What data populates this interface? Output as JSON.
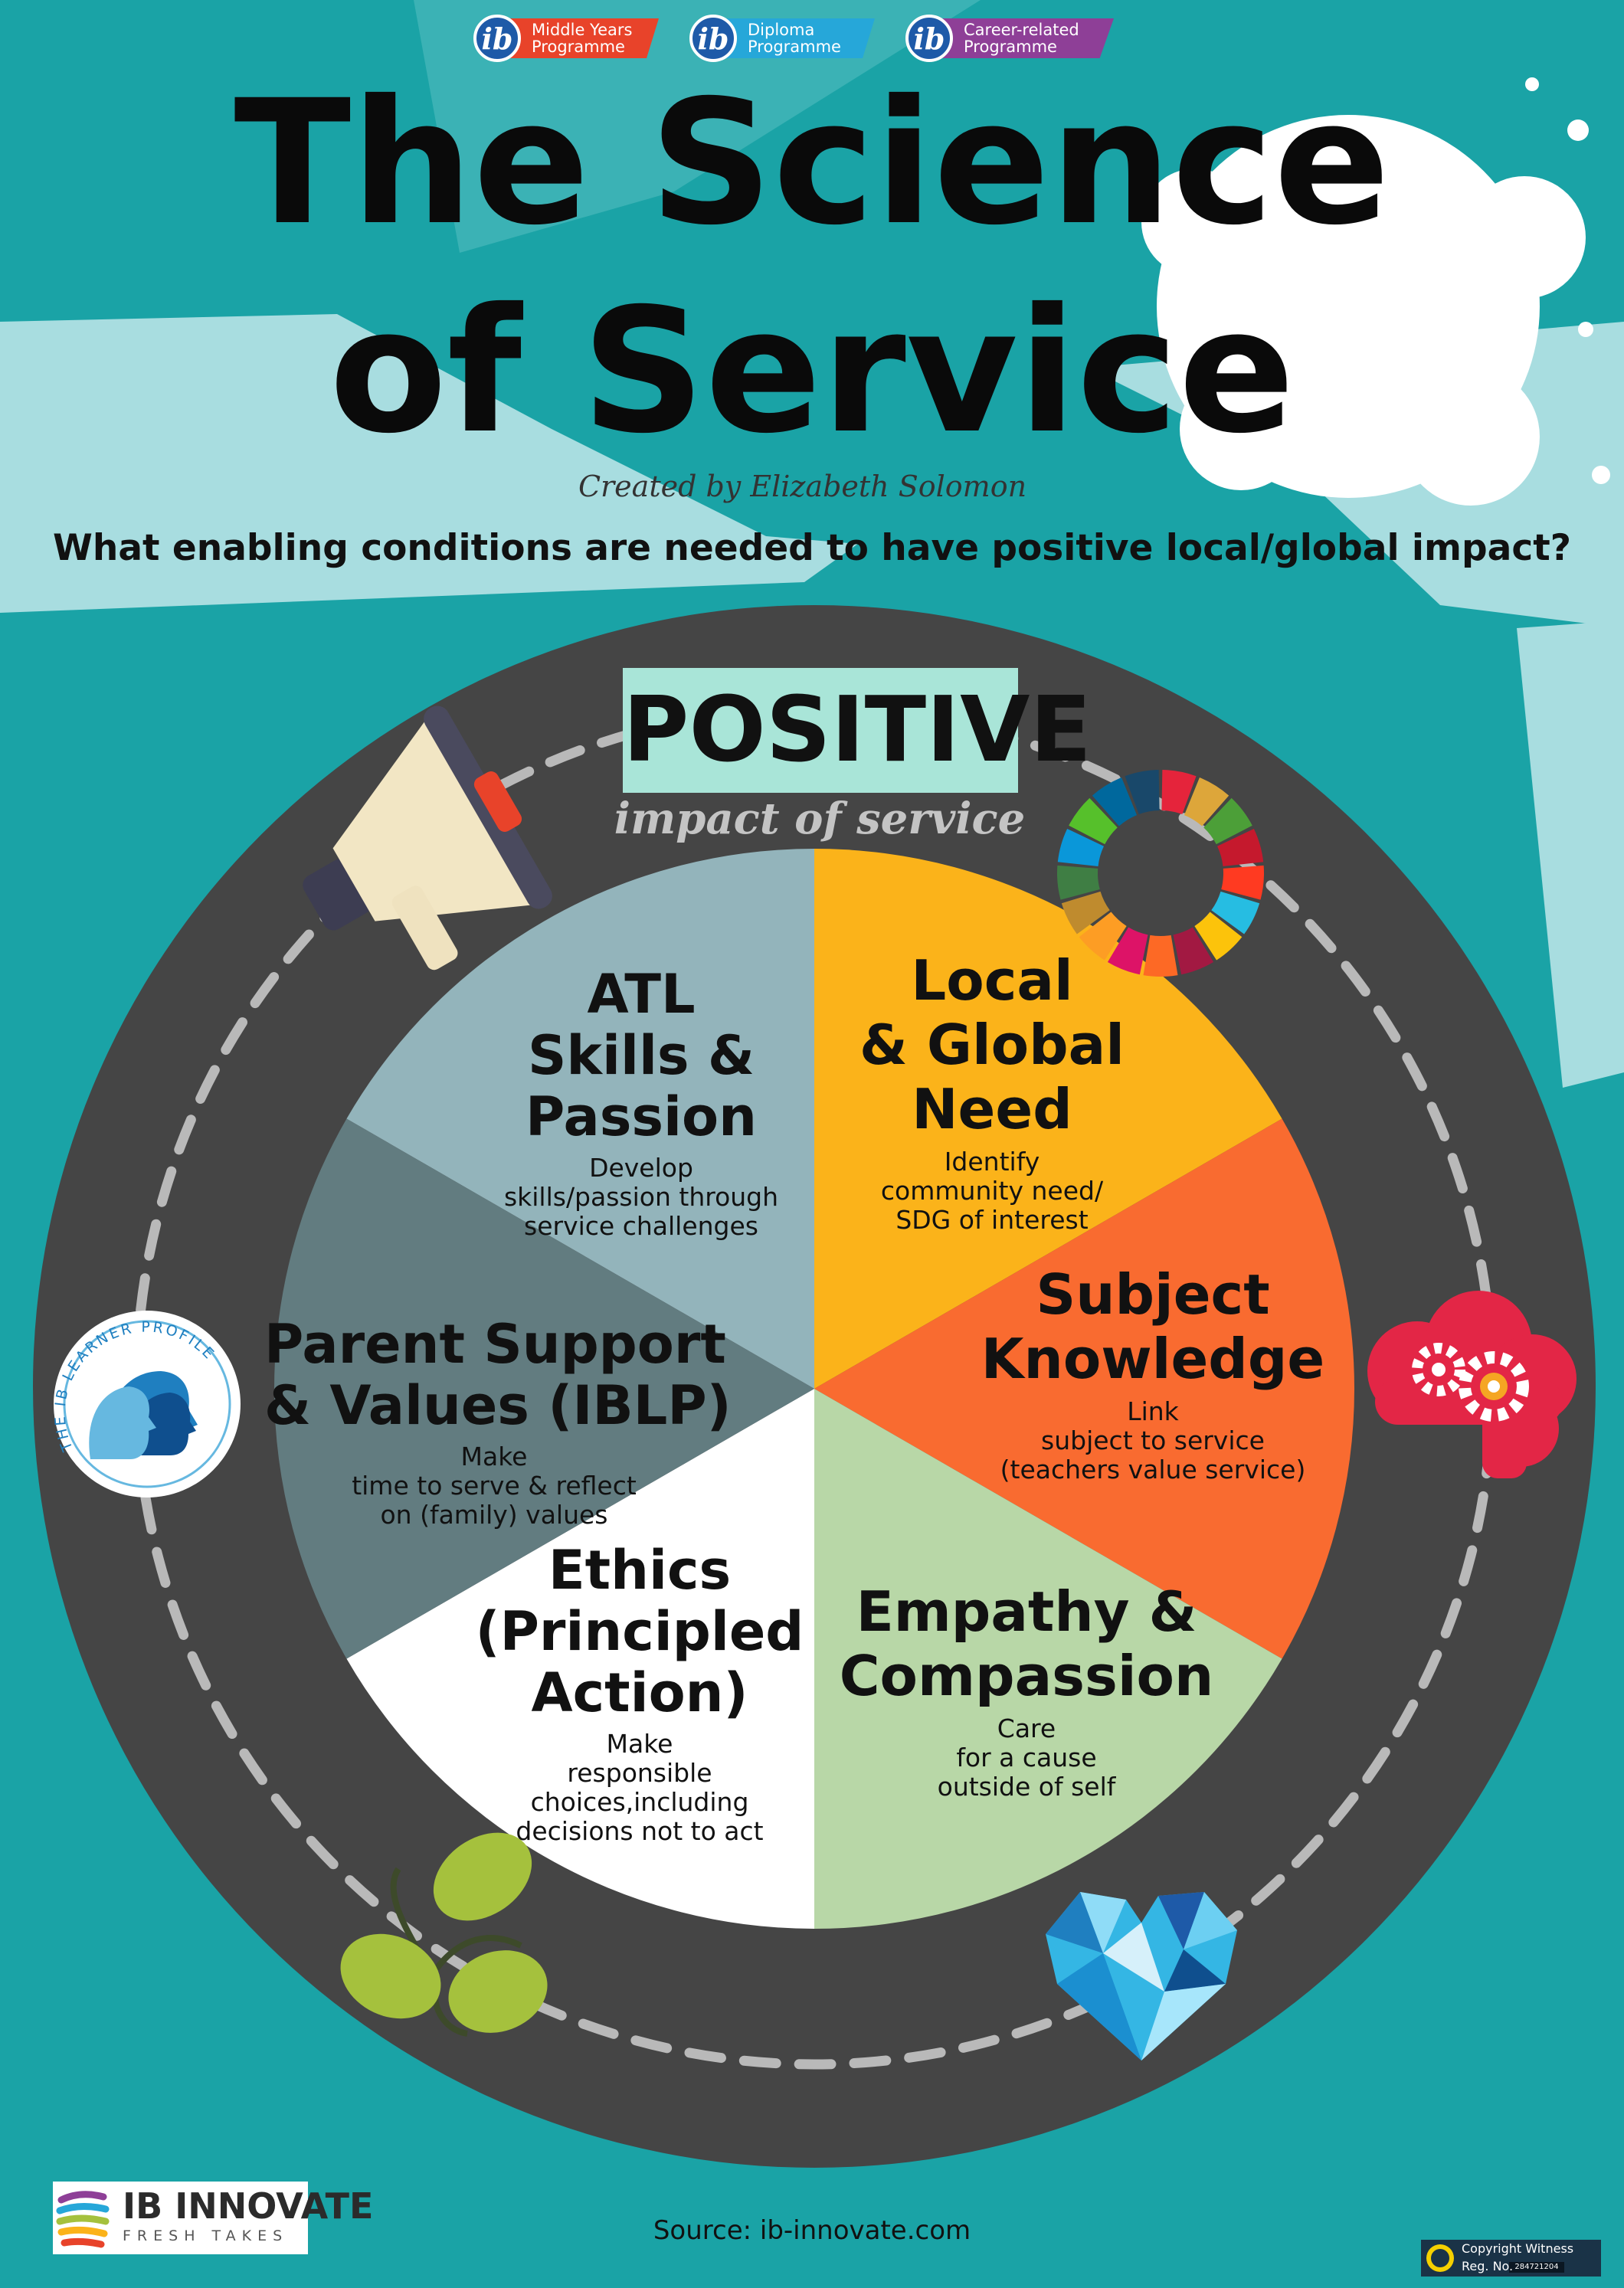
{
  "programmes": [
    {
      "label": "Middle Years Programme",
      "color": "#e8432a"
    },
    {
      "label": "Diploma Programme",
      "color": "#26a7d9"
    },
    {
      "label": "Career-related Programme",
      "color": "#8e3f97"
    }
  ],
  "ib_glyph": "ib",
  "title_line1": "The Science",
  "title_line2": "of Service",
  "author": "Created by Elizabeth Solomon",
  "question": "What enabling conditions are needed to have positive local/global impact?",
  "center": {
    "heading": "POSITIVE",
    "subheading": "impact of service"
  },
  "segments": [
    {
      "key": "atl",
      "title": [
        "ATL",
        "Skills &",
        "Passion"
      ],
      "body": [
        "Develop",
        "skills/passion through",
        "service challenges"
      ],
      "color": "#93b4bb"
    },
    {
      "key": "need",
      "title": [
        "Local",
        "& Global",
        "Need"
      ],
      "body": [
        "Identify",
        "community need/",
        "SDG of interest"
      ],
      "color": "#fbb31a"
    },
    {
      "key": "subject",
      "title": [
        "Subject",
        "Knowledge"
      ],
      "body": [
        "Link",
        "subject to service",
        "(teachers value service)"
      ],
      "color": "#f96b30"
    },
    {
      "key": "empathy",
      "title": [
        "Empathy &",
        "Compassion"
      ],
      "body": [
        "Care",
        "for a cause",
        "outside of self"
      ],
      "color": "#b8d7a7"
    },
    {
      "key": "ethics",
      "title": [
        "Ethics",
        "(Principled",
        "Action)"
      ],
      "body": [
        "Make",
        "responsible",
        "choices,including",
        "decisions not to act"
      ],
      "color": "#ffffff"
    },
    {
      "key": "parent",
      "title": [
        "Parent Support",
        "& Values (IBLP)"
      ],
      "body": [
        "Make",
        "time to serve & reflect",
        "on (family) values"
      ],
      "color": "#627c80"
    }
  ],
  "icons": [
    "megaphone-icon",
    "sdg-wheel-icon",
    "gears-cloud-icon",
    "heart-icon",
    "leaves-icon",
    "ib-learner-profile-icon"
  ],
  "learner_profile_text": "THE IB LEARNER PROFILE",
  "logo": {
    "name": "IB INNOVATE",
    "tagline": "FRESH TAKES"
  },
  "source": "Source: ib-innovate.com",
  "copyright": {
    "line1": "Copyright Witness",
    "line2": "Reg. No.",
    "number": "284721204"
  },
  "colors": {
    "background": "#1aa3a6",
    "ring": "#454545",
    "dash": "#b9b9b9",
    "positive_box": "#a9e5d8"
  }
}
